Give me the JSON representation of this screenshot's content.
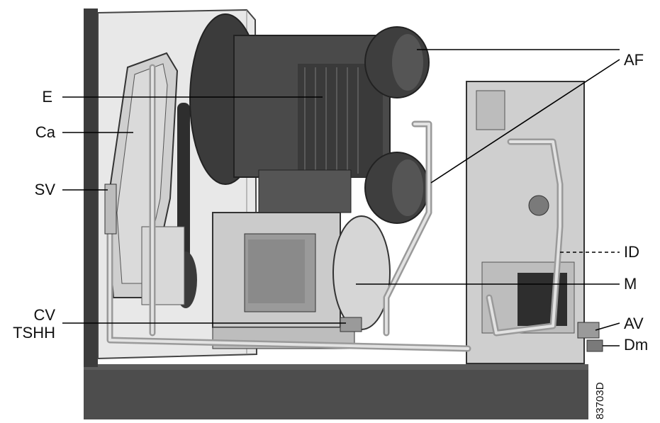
{
  "figure_code": "83703D",
  "callouts": [
    {
      "id": "E",
      "label": "E"
    },
    {
      "id": "Ca",
      "label": "Ca"
    },
    {
      "id": "SV",
      "label": "SV"
    },
    {
      "id": "CV",
      "label": "CV"
    },
    {
      "id": "TSHH",
      "label": "TSHH"
    },
    {
      "id": "AF",
      "label": "AF"
    },
    {
      "id": "ID",
      "label": "ID"
    },
    {
      "id": "M",
      "label": "M"
    },
    {
      "id": "AV",
      "label": "AV"
    },
    {
      "id": "Dm",
      "label": "Dm"
    }
  ],
  "colors": {
    "frame": "#3c3c3c",
    "panel": "#e6e6e6",
    "metal": "#c9c9c9",
    "dark": "#2e2e2e",
    "pipe": "#d4d4d4",
    "base": "#4d4d4d"
  }
}
